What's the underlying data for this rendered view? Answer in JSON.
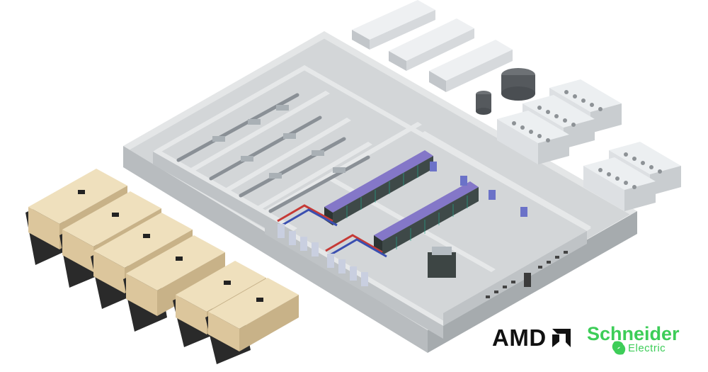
{
  "logos": {
    "amd": {
      "text": "AMD",
      "mark_icon": "amd-arrow-icon"
    },
    "schneider": {
      "name": "Schneider",
      "sub": "Electric",
      "mark_icon": "schneider-leaf-icon",
      "color": "#3dcd58"
    }
  },
  "colors": {
    "wall_top": "#e3e5e6",
    "wall_side": "#b3b7ba",
    "floor": "#d1d4d6",
    "generator_top": "#efe0bd",
    "generator_front": "#dbc59a",
    "generator_side": "#c9b389",
    "generator_base": "#2b2b2b",
    "cooler": "#e9ecee",
    "rack": "#3f4a48",
    "cable_tray": "#5a3ea0",
    "pipe_red": "#c63a36",
    "pipe_blue": "#3a4fb0"
  }
}
